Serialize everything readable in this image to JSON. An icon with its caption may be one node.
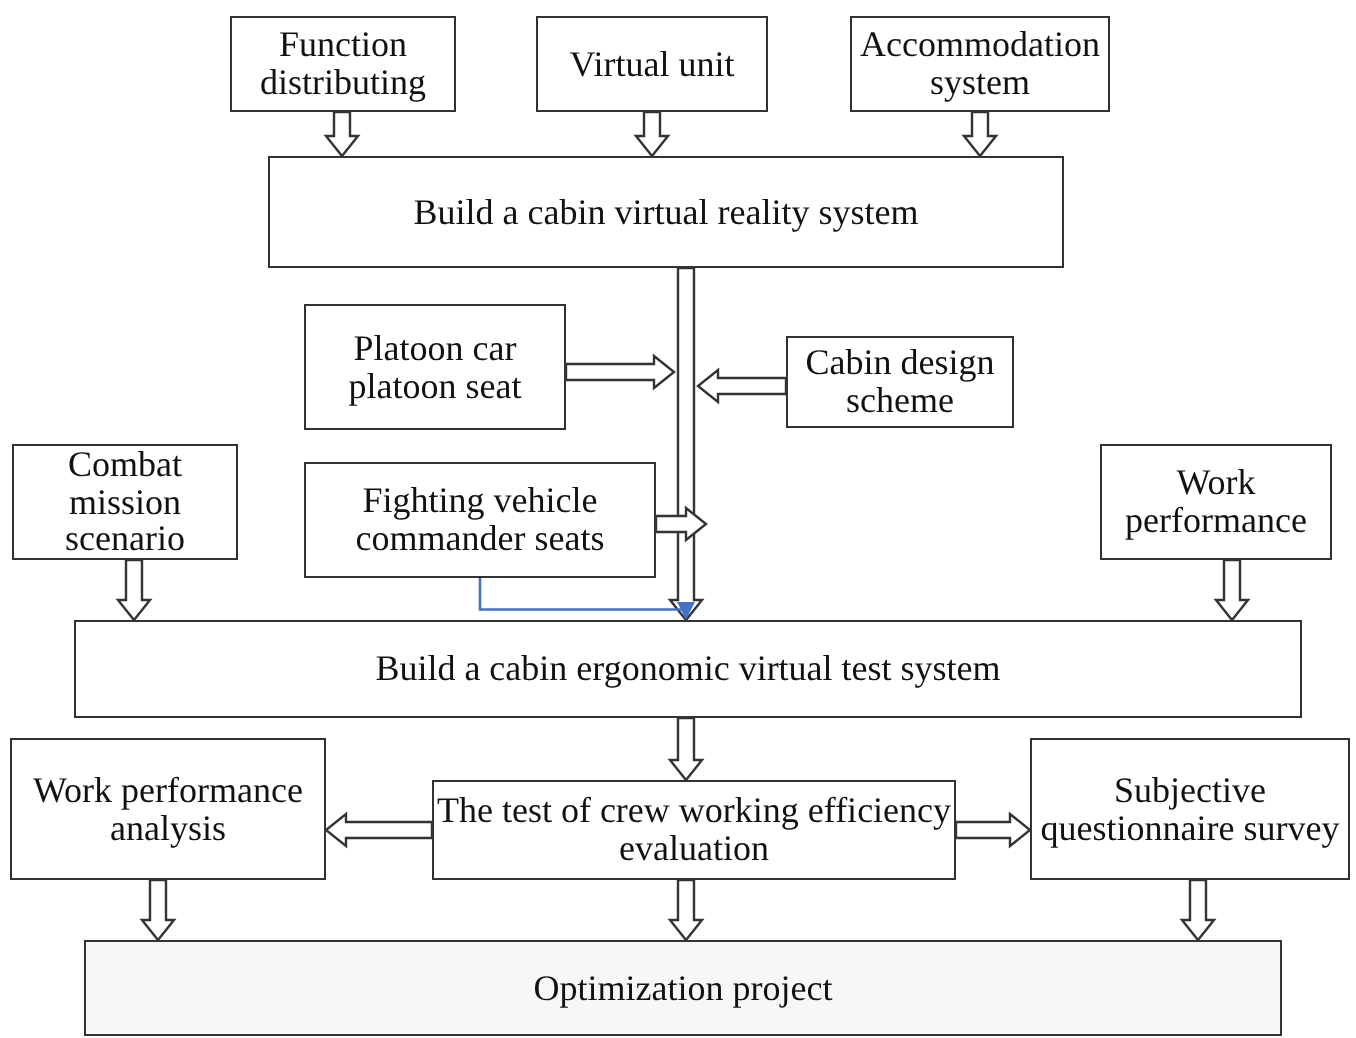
{
  "diagram": {
    "nodes": [
      {
        "text": [
          "Function distributing"
        ]
      },
      {
        "text": [
          "Virtual unit"
        ]
      },
      {
        "text": [
          "Accommodation system"
        ]
      },
      {
        "text": [
          "Build a cabin virtual reality system"
        ]
      },
      {
        "text": [
          "Platoon car platoon seat"
        ]
      },
      {
        "text": [
          "Cabin design scheme"
        ]
      },
      {
        "text": [
          "Combat mission scenario"
        ]
      },
      {
        "text": [
          "Fighting vehicle commander seats"
        ]
      },
      {
        "text": [
          "Work performance"
        ]
      },
      {
        "text": [
          "Build a cabin ergonomic virtual test system"
        ]
      },
      {
        "text": [
          "Work performance analysis"
        ]
      },
      {
        "text": [
          "The test of crew working efficiency evaluation"
        ]
      },
      {
        "text": [
          "Subjective questionnaire survey"
        ]
      },
      {
        "text": [
          "Optimization project"
        ]
      }
    ],
    "edges": [
      {
        "from": 0,
        "to": 3,
        "arrow": "to"
      },
      {
        "from": 1,
        "to": 3,
        "arrow": "to"
      },
      {
        "from": 2,
        "to": 3,
        "arrow": "to"
      },
      {
        "from": 3,
        "to": 9,
        "arrow": "to"
      },
      {
        "from": 4,
        "to": null,
        "arrow": "to"
      },
      {
        "from": 5,
        "to": null,
        "arrow": "to"
      },
      {
        "from": 7,
        "to": null,
        "arrow": "to"
      },
      {
        "from": 7,
        "to": 9,
        "arrow": "to",
        "color": "#4472c4"
      },
      {
        "from": 6,
        "to": 9,
        "arrow": "to"
      },
      {
        "from": 8,
        "to": 9,
        "arrow": "to"
      },
      {
        "from": 9,
        "to": 11,
        "arrow": "to"
      },
      {
        "from": 11,
        "to": 10,
        "arrow": "to"
      },
      {
        "from": 11,
        "to": 12,
        "arrow": "to"
      },
      {
        "from": 10,
        "to": 13,
        "arrow": "to"
      },
      {
        "from": 11,
        "to": 13,
        "arrow": "to"
      },
      {
        "from": 12,
        "to": 13,
        "arrow": "to"
      }
    ]
  }
}
